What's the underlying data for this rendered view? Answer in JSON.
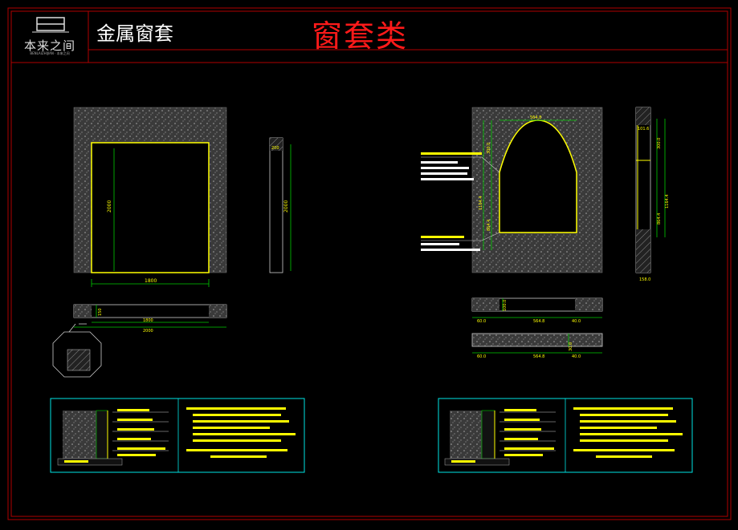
{
  "header": {
    "logo_text": "本来之间",
    "logo_sub": "BENLAIZHIJIAN · 本来之间",
    "title": "金属窗套",
    "category": "窗套类"
  },
  "left_drawing": {
    "dim_height": "2000",
    "dim_width": "1800",
    "dim_side_height": "2000",
    "dim_side_top": "200",
    "dim_plan_inner": "1800",
    "dim_plan_outer": "2000",
    "dim_plan_depth": "150"
  },
  "right_drawing": {
    "dim_arch_width": "564.8",
    "dim_top": "300.0",
    "dim_left_total": "1164.4",
    "dim_left_lower": "864.4",
    "dim_side_a": "101.6",
    "dim_side_b": "300.0",
    "dim_side_c": "864.4",
    "dim_side_d": "1164.4",
    "dim_side_bottom": "158.0",
    "dim_plan1_mid": "564.8",
    "dim_plan1_left": "60.0",
    "dim_plan1_right": "40.0",
    "dim_plan1_depth": "100.0",
    "dim_plan2_mid": "564.8",
    "dim_plan2_left": "60.0",
    "dim_plan2_right": "40.0",
    "dim_plan2_depth": "30.0"
  },
  "colors": {
    "wall": "#8a8a8a",
    "yellow": "#ffff00",
    "green": "#00cc00",
    "cyan": "#00e5e5",
    "red_frame": "#b00000"
  }
}
